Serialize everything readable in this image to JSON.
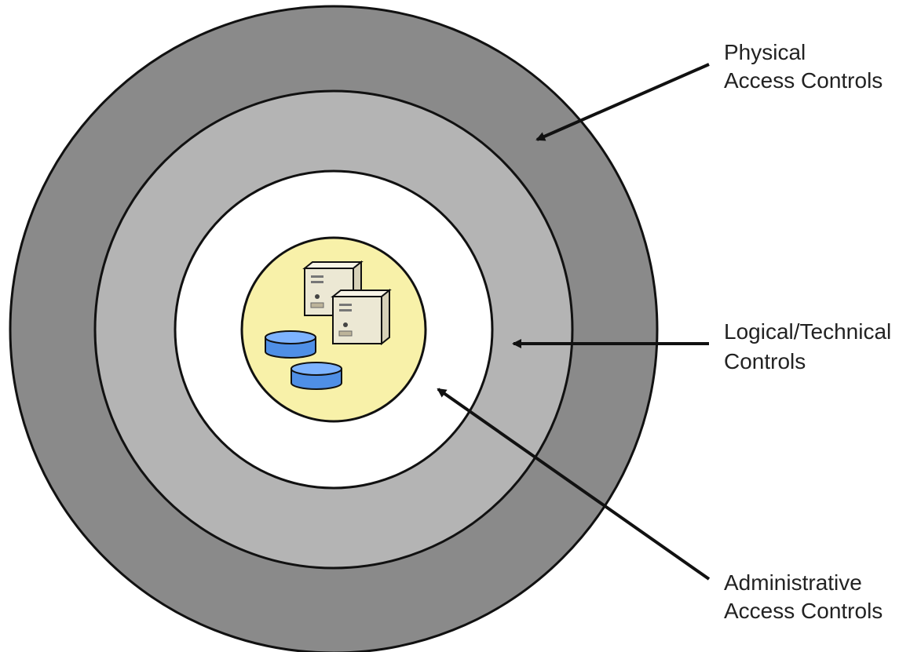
{
  "labels": {
    "physical": {
      "line1": "Physical",
      "line2": "Access Controls"
    },
    "logical": {
      "line1": "Logical/Technical",
      "line2": "Controls"
    },
    "administrative": {
      "line1": "Administrative",
      "line2": "Access Controls"
    }
  },
  "colors": {
    "outer_ring": "#8a8a8a",
    "middle_ring": "#b4b4b4",
    "inner_ring": "#ffffff",
    "core": "#f8f1a9",
    "database": "#4f8fe6",
    "server": "#ece8d4",
    "stroke": "#111111"
  },
  "icons": {
    "servers": [
      "server-icon",
      "server-icon"
    ],
    "databases": [
      "database-icon",
      "database-icon"
    ]
  }
}
